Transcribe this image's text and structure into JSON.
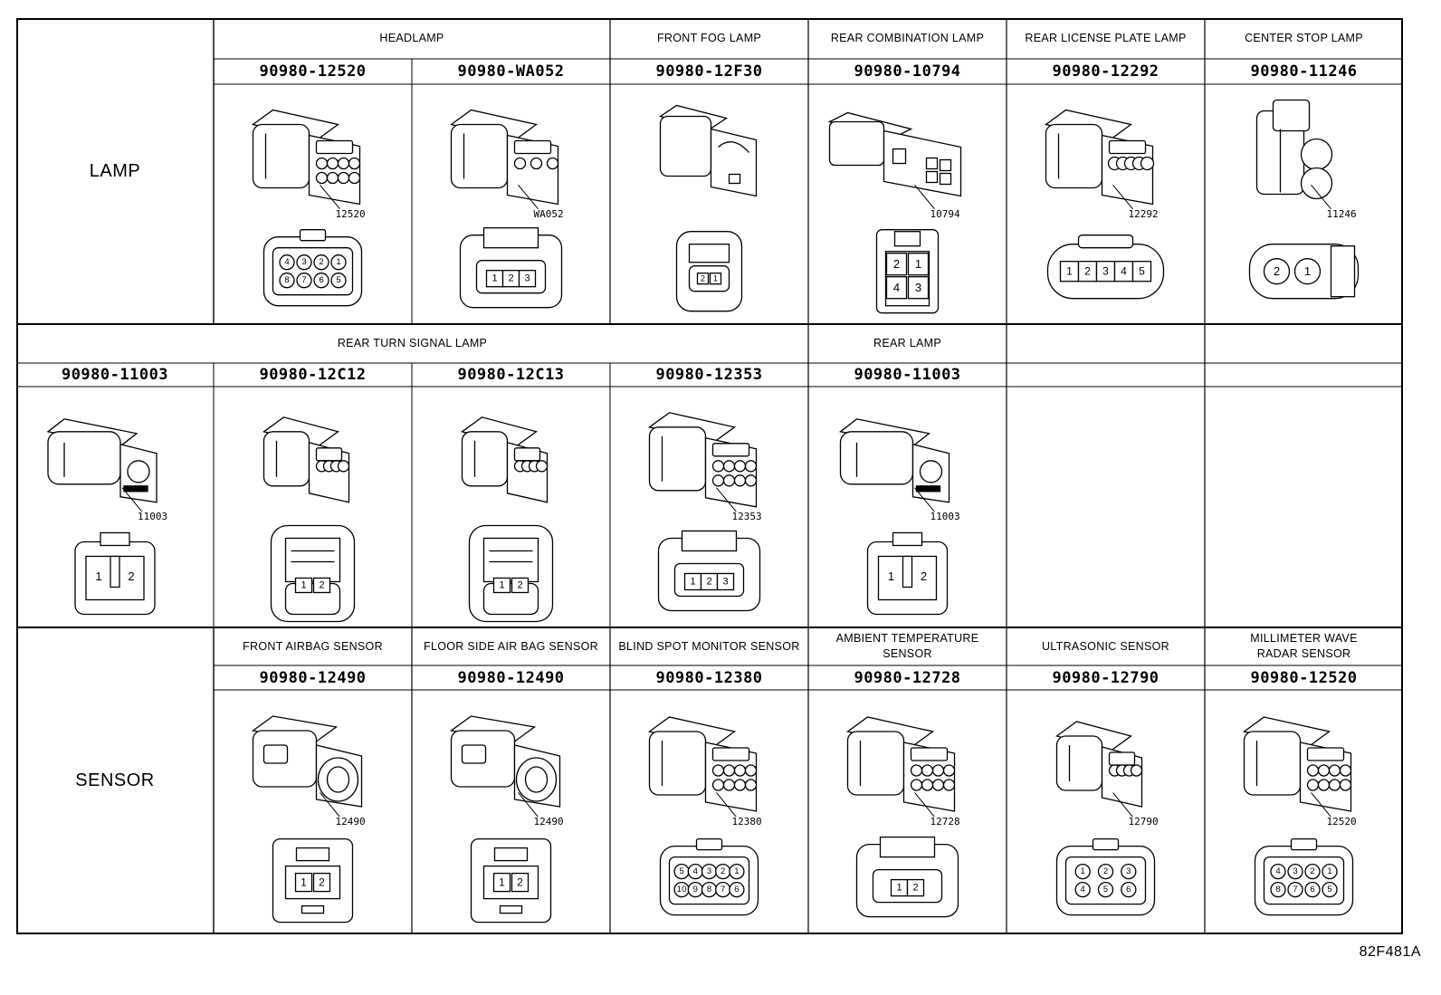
{
  "categories": {
    "lamp": "LAMP",
    "sensor": "SENSOR"
  },
  "figure_code": "82F481A",
  "lamp": {
    "groups": [
      {
        "key": "headlamp",
        "title": "HEADLAMP"
      },
      {
        "key": "front_fog",
        "title": "FRONT FOG LAMP"
      },
      {
        "key": "rear_combination",
        "title": "REAR COMBINATION LAMP"
      },
      {
        "key": "rear_license",
        "title": "REAR LICENSE PLATE LAMP"
      },
      {
        "key": "center_stop",
        "title": "CENTER STOP LAMP"
      }
    ],
    "parts": [
      {
        "pn": "90980-12520",
        "callout": "12520",
        "terminals": [
          "4",
          "3",
          "2",
          "1",
          "8",
          "7",
          "6",
          "5"
        ]
      },
      {
        "pn": "90980-WA052",
        "callout": "WA052",
        "terminals": [
          "1",
          "2",
          "3"
        ]
      },
      {
        "pn": "90980-12F30",
        "callout": "",
        "terminals": [
          "2",
          "1"
        ]
      },
      {
        "pn": "90980-10794",
        "callout": "10794",
        "terminals": [
          "2",
          "1",
          "4",
          "3"
        ]
      },
      {
        "pn": "90980-12292",
        "callout": "12292",
        "terminals": [
          "1",
          "2",
          "3",
          "4",
          "5"
        ]
      },
      {
        "pn": "90980-11246",
        "callout": "11246",
        "terminals": [
          "2",
          "1"
        ]
      }
    ]
  },
  "rear": {
    "groups": [
      {
        "key": "rear_turn",
        "title": "REAR TURN SIGNAL LAMP"
      },
      {
        "key": "rear_lamp",
        "title": "REAR LAMP"
      }
    ],
    "parts": [
      {
        "pn": "90980-11003",
        "callout": "11003",
        "terminals": [
          "1",
          "2"
        ]
      },
      {
        "pn": "90980-12C12",
        "callout": "",
        "terminals": [
          "1",
          "2"
        ]
      },
      {
        "pn": "90980-12C13",
        "callout": "",
        "terminals": [
          "1",
          "2"
        ]
      },
      {
        "pn": "90980-12353",
        "callout": "12353",
        "terminals": [
          "1",
          "2",
          "3"
        ]
      },
      {
        "pn": "90980-11003",
        "callout": "11003",
        "terminals": [
          "1",
          "2"
        ]
      }
    ]
  },
  "sensor": {
    "groups": [
      {
        "key": "front_airbag",
        "title": "FRONT AIRBAG SENSOR"
      },
      {
        "key": "floor_side_airbag",
        "title": "FLOOR SIDE AIR BAG SENSOR"
      },
      {
        "key": "blind_spot",
        "title": "BLIND SPOT MONITOR SENSOR"
      },
      {
        "key": "ambient_temp",
        "title": "AMBIENT TEMPERATURE\nSENSOR"
      },
      {
        "key": "ultrasonic",
        "title": "ULTRASONIC SENSOR"
      },
      {
        "key": "mmwave",
        "title": "MILLIMETER WAVE\nRADAR SENSOR"
      }
    ],
    "parts": [
      {
        "pn": "90980-12490",
        "callout": "12490",
        "terminals": [
          "1",
          "2"
        ]
      },
      {
        "pn": "90980-12490",
        "callout": "12490",
        "terminals": [
          "1",
          "2"
        ]
      },
      {
        "pn": "90980-12380",
        "callout": "12380",
        "terminals": [
          "5",
          "4",
          "3",
          "2",
          "1",
          "10",
          "9",
          "8",
          "7",
          "6"
        ]
      },
      {
        "pn": "90980-12728",
        "callout": "12728",
        "terminals": [
          "1",
          "2"
        ]
      },
      {
        "pn": "90980-12790",
        "callout": "12790",
        "terminals": [
          "1",
          "2",
          "3",
          "4",
          "5",
          "6"
        ]
      },
      {
        "pn": "90980-12520",
        "callout": "12520",
        "terminals": [
          "4",
          "3",
          "2",
          "1",
          "8",
          "7",
          "6",
          "5"
        ]
      }
    ]
  }
}
